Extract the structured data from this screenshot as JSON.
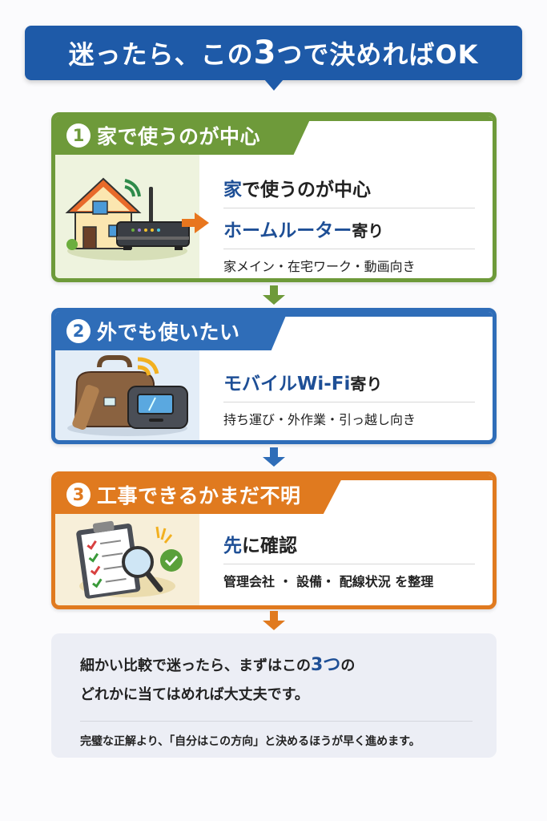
{
  "banner": {
    "title_pre": "迷ったら、この",
    "title_num": "3",
    "title_post": "つで決めればOK"
  },
  "colors": {
    "banner": "#1e5aa8",
    "card1": "#6e9a3a",
    "card2": "#2f6db8",
    "card3": "#e07a1f",
    "accent_text": "#1e4f96"
  },
  "cards": [
    {
      "number": "1",
      "heading": "家で使うのが中心",
      "illustration": "house-with-router",
      "line1_accent": "家",
      "line1_rest": "で使うのが中心",
      "line2_accent": "ホームルーター",
      "line2_rest": "寄り",
      "detail": "家メイン・在宅ワーク・動画向き"
    },
    {
      "number": "2",
      "heading": "外でも使いたい",
      "illustration": "bag-with-mobile-wifi",
      "line1_accent": "モバイルWi-Fi",
      "line1_rest": "寄り",
      "detail": "持ち運び・外作業・引っ越し向き"
    },
    {
      "number": "3",
      "heading": "工事できるかまだ不明",
      "illustration": "clipboard-checklist-magnifier",
      "line1_accent": "先",
      "line1_rest": "に確認",
      "detail": "管理会社 ・ 設備・ 配線状況 を整理"
    }
  ],
  "summary": {
    "line1_pre": "細かい比較で迷ったら、まずはこの",
    "line1_num": "3つ",
    "line1_post": "の",
    "line2": "どれかに当てはめれば大丈夫です。",
    "note": "完璧な正解より、「自分はこの方向」と決めるほうが早く進めます。"
  }
}
